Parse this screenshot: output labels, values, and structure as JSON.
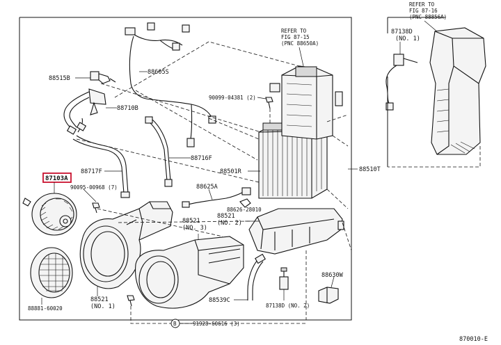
{
  "labels": {
    "p88605s": "88605S",
    "p88515b": "88515B",
    "p88710b": "88710B",
    "p88716f": "88716F",
    "p88717f": "88717F",
    "p87103a": "87103A",
    "p90095_00968": "90095-00968 (7)",
    "p88625a": "88625A",
    "p88626": "88626-28010",
    "p88521_3": "88521",
    "p88521_3b": "(NO. 3)",
    "p88521_2": "88521",
    "p88521_2b": "(NO. 2)",
    "p88521_1": "88521",
    "p88521_1b": "(NO. 1)",
    "p88501r": "88501R",
    "p88510t": "88510T",
    "p90099": "90099-04381 (2)",
    "p88539c": "88539C",
    "p87138d_2": "87138D (NO. 2)",
    "p88630w": "88630W",
    "p88881": "88881-60020",
    "p91928": "91928-60616 (3)",
    "circle_b": "B",
    "refer_mid_1": "REFER TO",
    "refer_mid_2": "FIG 87-15",
    "refer_mid_3": "(PNC 88650A)",
    "refer_top_1": "REFER TO",
    "refer_top_2": "FIG 87-16",
    "refer_top_3": "(PNC 88856A)",
    "p87138d_1": "87138D",
    "p87138d_1b": "(NO. 1)",
    "figure_code": "870010-E"
  },
  "colors": {
    "highlight_box": "#c8102e",
    "line": "#111111"
  }
}
